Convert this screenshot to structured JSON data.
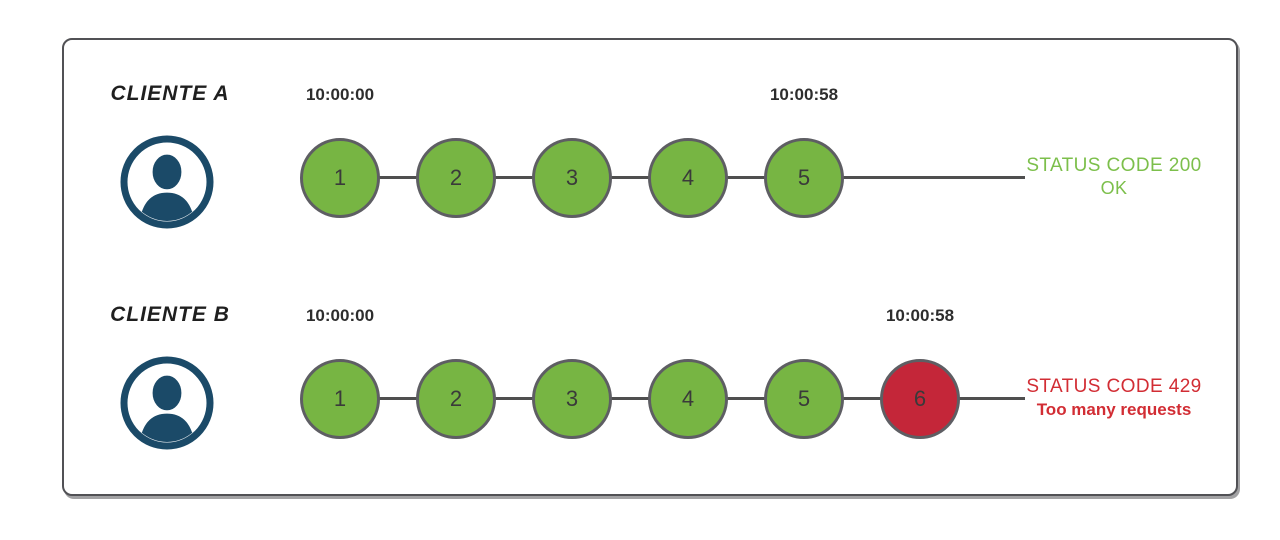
{
  "colors": {
    "success": "#77b543",
    "success_text": "#7cbf4b",
    "error": "#c42639",
    "error_text": "#d22d34",
    "circle_border": "#5e5e63",
    "line": "#4f4f4f",
    "avatar": "#1b4a68",
    "label_text": "#1f1f1f",
    "time_text": "#2d2d2d",
    "number_text": "#3a3a3a",
    "frame_border": "#515155"
  },
  "icons": {
    "avatar": "user-avatar-icon"
  },
  "rows": [
    {
      "client_label": "CLIENTE A",
      "start_time": "10:00:00",
      "end_time": "10:00:58",
      "requests": [
        {
          "label": "1",
          "status": "success"
        },
        {
          "label": "2",
          "status": "success"
        },
        {
          "label": "3",
          "status": "success"
        },
        {
          "label": "4",
          "status": "success"
        },
        {
          "label": "5",
          "status": "success"
        }
      ],
      "status_code_line": "STATUS CODE 200",
      "status_message": "OK",
      "status_type": "success"
    },
    {
      "client_label": "CLIENTE B",
      "start_time": "10:00:00",
      "end_time": "10:00:58",
      "requests": [
        {
          "label": "1",
          "status": "success"
        },
        {
          "label": "2",
          "status": "success"
        },
        {
          "label": "3",
          "status": "success"
        },
        {
          "label": "4",
          "status": "success"
        },
        {
          "label": "5",
          "status": "success"
        },
        {
          "label": "6",
          "status": "error"
        }
      ],
      "status_code_line": "STATUS CODE 429",
      "status_message": "Too many requests",
      "status_type": "error"
    }
  ]
}
